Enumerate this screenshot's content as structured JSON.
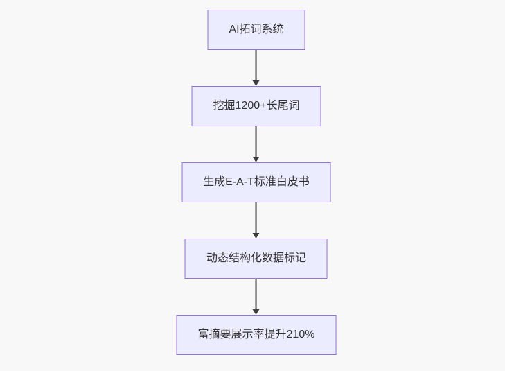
{
  "theme": {
    "canvas_bg": "#f8f8f8",
    "node_fill": "#ececff",
    "node_border": "#9370db",
    "text_color": "#333333",
    "arrow_color": "#3b3b3b"
  },
  "flowchart": {
    "type": "flowchart-vertical",
    "direction": "top-down",
    "nodes": [
      {
        "label": "AI拓词系统"
      },
      {
        "label": "挖掘1200+长尾词"
      },
      {
        "label": "生成E-A-T标准白皮书"
      },
      {
        "label": "动态结构化数据标记"
      },
      {
        "label": "富摘要展示率提升210%"
      }
    ],
    "edges": [
      {
        "from": "AI拓词系统",
        "to": "挖掘1200+长尾词"
      },
      {
        "from": "挖掘1200+长尾词",
        "to": "生成E-A-T标准白皮书"
      },
      {
        "from": "生成E-A-T标准白皮书",
        "to": "动态结构化数据标记"
      },
      {
        "from": "动态结构化数据标记",
        "to": "富摘要展示率提升210%"
      }
    ]
  }
}
